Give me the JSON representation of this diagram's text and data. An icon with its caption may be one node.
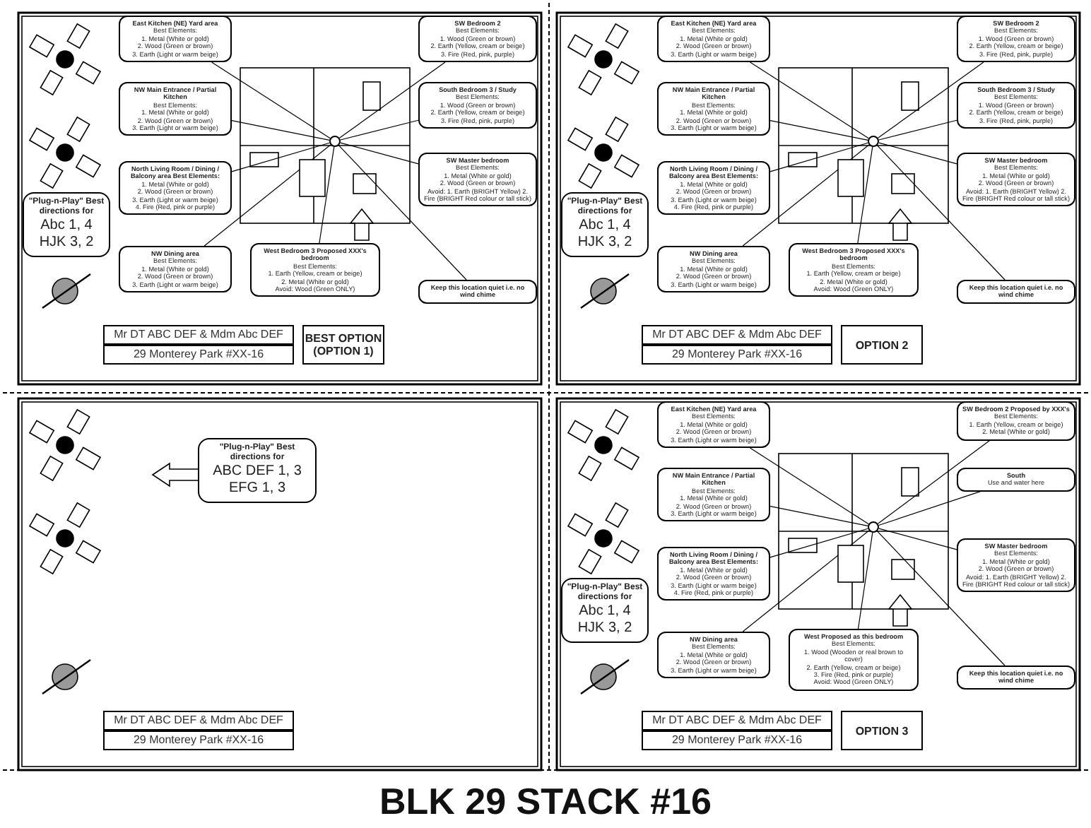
{
  "diagram": {
    "title": "BLK 29 STACK #16",
    "nodes": [
      {
        "text": [],
        "shape": "circle"
      },
      {
        "text": [
          "East Kitchen (NE) Yard area",
          "Best Elements:",
          "1. Metal (White or gold)",
          "2. Wood (Green or brown)",
          "3. Earth (Light or warm beige)"
        ]
      },
      {
        "text": [
          "NW Main Entrance / Partial Kitchen",
          "Best Elements:",
          "1. Metal (White or gold)",
          "2. Wood (Green or brown)",
          "3. Earth (Light or warm beige)"
        ]
      },
      {
        "text": [
          "North Living Room / Dining / Balcony area Best Elements:",
          "1. Metal (White or gold)",
          "2. Wood (Green or brown)",
          "3. Earth (Light or warm beige)",
          "4. Fire (Red, pink or purple)"
        ]
      },
      {
        "text": [
          "NW Dining area",
          "Best Elements:",
          "1. Metal (White or gold)",
          "2. Wood (Green or brown)",
          "3. Earth (Light or warm beige)"
        ]
      },
      {
        "text": [
          "SW Bedroom 2",
          "Best Elements:",
          "1. Wood (Green or brown)",
          "2. Earth (Yellow, cream or beige)",
          "3. Fire (Red, pink, purple)"
        ]
      },
      {
        "text": [
          "South Bedroom 3 / Study",
          "Best Elements:",
          "1. Wood (Green or brown)",
          "2. Earth (Yellow, cream or beige)",
          "3. Fire (Red, pink, purple)"
        ]
      },
      {
        "text": [
          "SW Master bedroom",
          "Best Elements:",
          "1. Metal (White or gold)",
          "2. Wood (Green or brown)",
          "Avoid: 1. Earth (BRIGHT Yellow) 2. Fire (BRIGHT Red colour or tall stick)"
        ]
      },
      {
        "text": [
          "West Bedroom 3 Proposed XXX's bedroom",
          "Best Elements:",
          "1. Earth (Yellow, cream or beige)",
          "2. Metal (White or gold)",
          "Avoid: Wood (Green ONLY)"
        ]
      },
      {
        "text": [
          "Keep this location quiet i.e. no wind chime"
        ]
      },
      {
        "text": [
          "\"Plug-n-Play\" Best directions for",
          "Abc 1, 4",
          "HJK 3, 2"
        ]
      },
      {
        "text": [
          "Mr DT ABC DEF & Mdm Abc DEF"
        ]
      },
      {
        "text": [
          "29 Monterey Park #XX-16"
        ]
      },
      {
        "text": [
          "BEST OPTION (OPTION 1)"
        ]
      },
      {
        "text": [],
        "shape": "circle"
      },
      {
        "text": [
          "East Kitchen (NE) Yard area",
          "Best Elements:",
          "1. Metal (White or gold)",
          "2. Wood (Green or brown)",
          "3. Earth (Light or warm beige)"
        ]
      },
      {
        "text": [
          "NW Main Entrance / Partial Kitchen",
          "Best Elements:",
          "1. Metal (White or gold)",
          "2. Wood (Green or brown)",
          "3. Earth (Light or warm beige)"
        ]
      },
      {
        "text": [
          "North Living Room / Dining / Balcony area Best Elements:",
          "1. Metal (White or gold)",
          "2. Wood (Green or brown)",
          "3. Earth (Light or warm beige)",
          "4. Fire (Red, pink or purple)"
        ]
      },
      {
        "text": [
          "NW Dining area",
          "Best Elements:",
          "1. Metal (White or gold)",
          "2. Wood (Green or brown)",
          "3. Earth (Light or warm beige)"
        ]
      },
      {
        "text": [
          "SW Bedroom 2",
          "Best Elements:",
          "1. Wood (Green or brown)",
          "2. Earth (Yellow, cream or beige)",
          "3. Fire (Red, pink, purple)"
        ]
      },
      {
        "text": [
          "South Bedroom 3 / Study",
          "Best Elements:",
          "1. Wood (Green or brown)",
          "2. Earth (Yellow, cream or beige)",
          "3. Fire (Red, pink, purple)"
        ]
      },
      {
        "text": [
          "SW Master bedroom",
          "Best Elements:",
          "1. Metal (White or gold)",
          "2. Wood (Green or brown)",
          "Avoid: 1. Earth (BRIGHT Yellow) 2. Fire (BRIGHT Red colour or tall stick)"
        ]
      },
      {
        "text": [
          "West Bedroom 3 Proposed XXX's bedroom",
          "Best Elements:",
          "1. Earth (Yellow, cream or beige)",
          "2. Metal (White or gold)",
          "Avoid: Wood (Green ONLY)"
        ]
      },
      {
        "text": [
          "Keep this location quiet i.e. no wind chime"
        ]
      },
      {
        "text": [
          "\"Plug-n-Play\" Best directions for",
          "Abc 1, 4",
          "HJK 3, 2"
        ]
      },
      {
        "text": [
          "Mr DT ABC DEF & Mdm Abc DEF"
        ]
      },
      {
        "text": [
          "29 Monterey Park #XX-16"
        ]
      },
      {
        "text": [
          "OPTION 2"
        ]
      },
      {
        "text": [
          "\"Plug-n-Play\" Best directions for",
          "ABC DEF 1, 3",
          "EFG 1, 3"
        ]
      },
      {
        "text": [
          "Mr DT ABC DEF & Mdm Abc DEF"
        ]
      },
      {
        "text": [
          "29 Monterey Park #XX-16"
        ]
      },
      {
        "text": [],
        "shape": "circle"
      },
      {
        "text": [
          "East Kitchen (NE) Yard area",
          "Best Elements:",
          "1. Metal (White or gold)",
          "2. Wood (Green or brown)",
          "3. Earth (Light or warm beige)"
        ]
      },
      {
        "text": [
          "NW Main Entrance / Partial Kitchen",
          "Best Elements:",
          "1. Metal (White or gold)",
          "2. Wood (Green or brown)",
          "3. Earth (Light or warm beige)"
        ]
      },
      {
        "text": [
          "North Living Room / Dining / Balcony area Best Elements:",
          "1. Metal (White or gold)",
          "2. Wood (Green or brown)",
          "3. Earth (Light or warm beige)",
          "4. Fire (Red, pink or purple)"
        ]
      },
      {
        "text": [
          "NW Dining area",
          "Best Elements:",
          "1. Metal (White or gold)",
          "2. Wood (Green or brown)",
          "3. Earth (Light or warm beige)"
        ]
      },
      {
        "text": [
          "SW Bedroom 2 Proposed by XXX's",
          "Best Elements:",
          "1. Earth (Yellow, cream or beige)",
          "2. Metal (White or gold)"
        ]
      },
      {
        "text": [
          "South",
          "Use and water here"
        ]
      },
      {
        "text": [
          "SW Master bedroom",
          "Best Elements:",
          "1. Metal (White or gold)",
          "2. Wood (Green or brown)",
          "Avoid: 1. Earth (BRIGHT Yellow) 2. Fire (BRIGHT Red colour or tall stick)"
        ]
      },
      {
        "text": [
          "West Proposed as this bedroom",
          "Best Elements:",
          "1. Wood (Wooden or real brown to cover)",
          "2. Earth (Yellow, cream or beige)",
          "3. Fire (Red, pink or purple)",
          "Avoid: Wood (Green ONLY)"
        ]
      },
      {
        "text": [
          "Keep this location quiet i.e. no wind chime"
        ]
      },
      {
        "text": [
          "\"Plug-n-Play\" Best directions for",
          "Abc 1, 4",
          "HJK 3, 2"
        ]
      },
      {
        "text": [
          "Mr DT ABC DEF & Mdm Abc DEF"
        ]
      },
      {
        "text": [
          "29 Monterey Park #XX-16"
        ]
      },
      {
        "text": [
          "OPTION 3"
        ]
      }
    ],
    "edges": [
      {
        "from": 1,
        "to": 0,
        "arrow": "none"
      },
      {
        "from": 2,
        "to": 0,
        "arrow": "none"
      },
      {
        "from": 3,
        "to": 0,
        "arrow": "none"
      },
      {
        "from": 4,
        "to": 0,
        "arrow": "none"
      },
      {
        "from": 5,
        "to": 0,
        "arrow": "none"
      },
      {
        "from": 6,
        "to": 0,
        "arrow": "none"
      },
      {
        "from": 7,
        "to": 0,
        "arrow": "none"
      },
      {
        "from": 8,
        "to": 0,
        "arrow": "none"
      },
      {
        "from": 9,
        "to": 0,
        "arrow": "none"
      },
      {
        "from": 15,
        "to": 14,
        "arrow": "none"
      },
      {
        "from": 16,
        "to": 14,
        "arrow": "none"
      },
      {
        "from": 17,
        "to": 14,
        "arrow": "none"
      },
      {
        "from": 18,
        "to": 14,
        "arrow": "none"
      },
      {
        "from": 19,
        "to": 14,
        "arrow": "none"
      },
      {
        "from": 20,
        "to": 14,
        "arrow": "none"
      },
      {
        "from": 21,
        "to": 14,
        "arrow": "none"
      },
      {
        "from": 22,
        "to": 14,
        "arrow": "none"
      },
      {
        "from": 23,
        "to": 14,
        "arrow": "none"
      },
      {
        "from": 32,
        "to": 31,
        "arrow": "none"
      },
      {
        "from": 33,
        "to": 31,
        "arrow": "none"
      },
      {
        "from": 34,
        "to": 31,
        "arrow": "none"
      },
      {
        "from": 35,
        "to": 31,
        "arrow": "none"
      },
      {
        "from": 36,
        "to": 31,
        "arrow": "none"
      },
      {
        "from": 37,
        "to": 31,
        "arrow": "none"
      },
      {
        "from": 38,
        "to": 31,
        "arrow": "none"
      },
      {
        "from": 39,
        "to": 31,
        "arrow": "none"
      },
      {
        "from": 40,
        "to": 31,
        "arrow": "none"
      }
    ]
  }
}
